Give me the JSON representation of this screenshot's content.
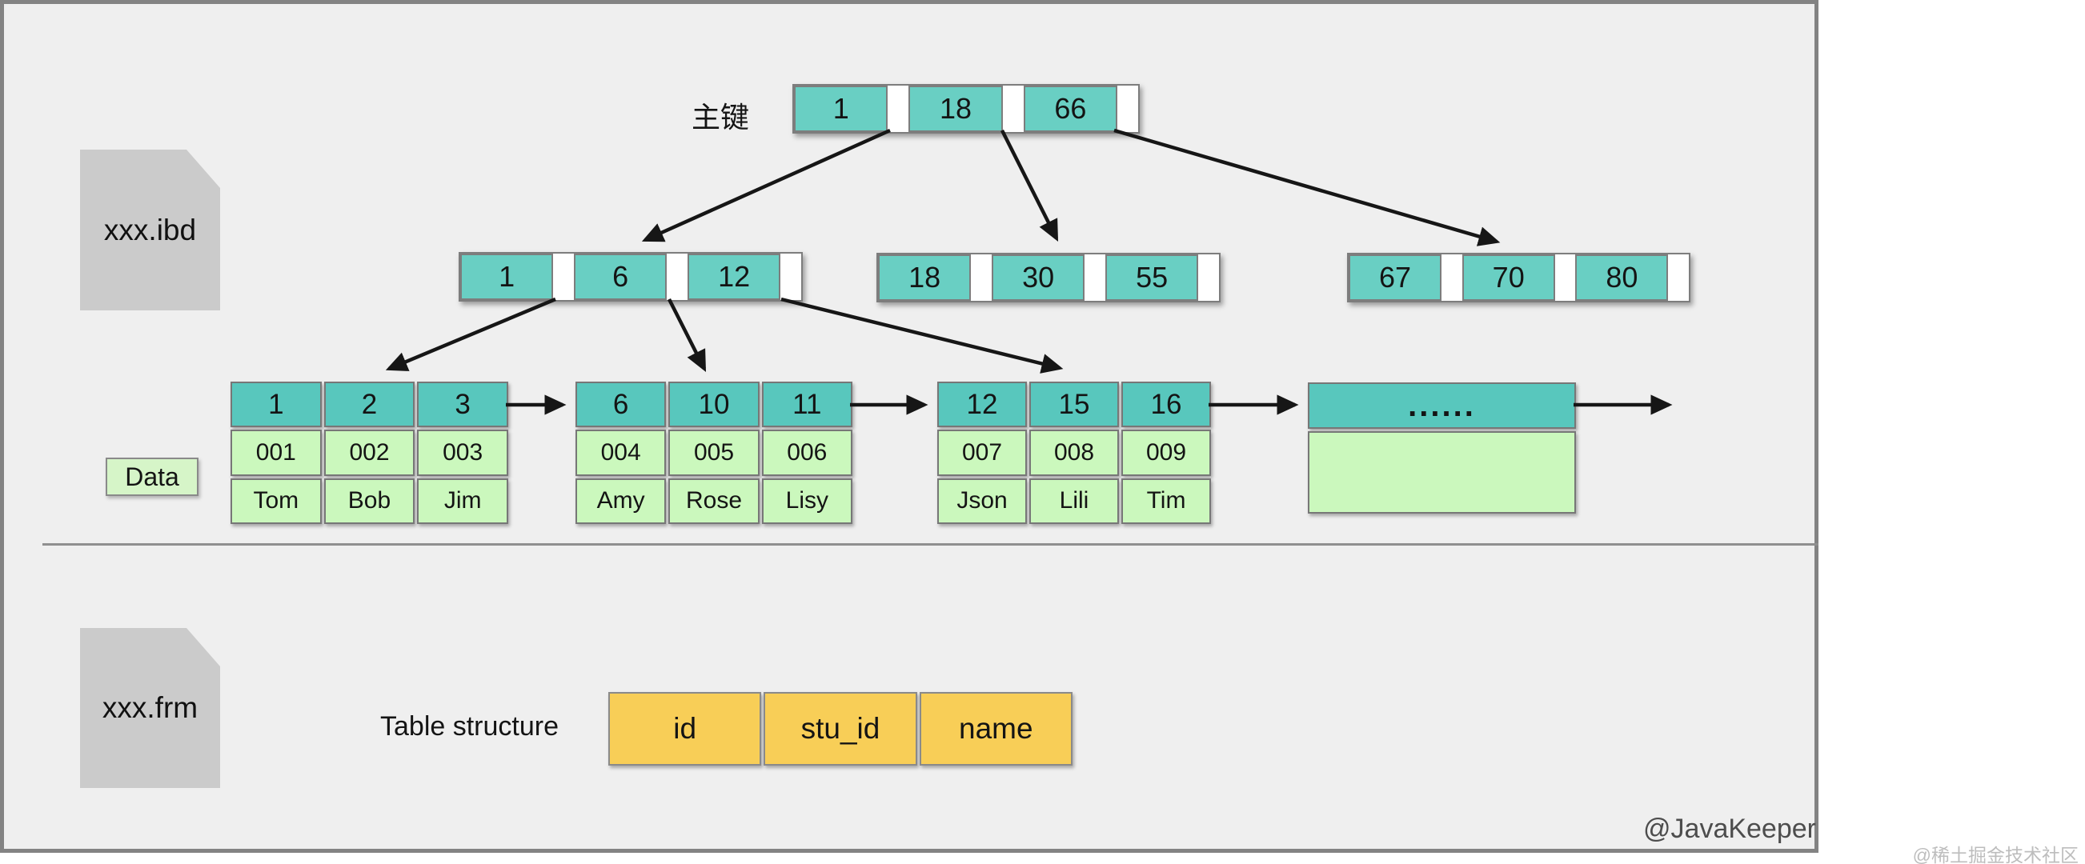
{
  "canvas": {
    "pk_label": "主键",
    "ibd_file": "xxx.ibd",
    "frm_file": "xxx.frm",
    "data_label": "Data",
    "table_structure_label": "Table structure",
    "author_watermark": "@JavaKeeper",
    "site_watermark": "@稀土掘金技术社区"
  },
  "tree": {
    "root": {
      "keys": [
        "1",
        "18",
        "66"
      ]
    },
    "internal_nodes": [
      {
        "keys": [
          "1",
          "6",
          "12"
        ]
      },
      {
        "keys": [
          "18",
          "30",
          "55"
        ]
      },
      {
        "keys": [
          "67",
          "70",
          "80"
        ]
      }
    ],
    "leaf_pages": [
      {
        "keys": [
          "1",
          "2",
          "3"
        ],
        "stu_ids": [
          "001",
          "002",
          "003"
        ],
        "names": [
          "Tom",
          "Bob",
          "Jim"
        ]
      },
      {
        "keys": [
          "6",
          "10",
          "11"
        ],
        "stu_ids": [
          "004",
          "005",
          "006"
        ],
        "names": [
          "Amy",
          "Rose",
          "Lisy"
        ]
      },
      {
        "keys": [
          "12",
          "15",
          "16"
        ],
        "stu_ids": [
          "007",
          "008",
          "009"
        ],
        "names": [
          "Json",
          "Lili",
          "Tim"
        ]
      },
      {
        "ellipsis": "......"
      }
    ]
  },
  "table_structure": {
    "columns": [
      "id",
      "stu_id",
      "name"
    ]
  },
  "colors": {
    "node_teal": "#69cfc3",
    "leaf_header_teal": "#58c7bd",
    "leaf_green": "#cbf8bd",
    "data_tag_green": "#d6f5c8",
    "table_yellow": "#f8ce57",
    "file_gray": "#cbcbcb",
    "canvas_bg": "#efefef",
    "frame_border": "#838383",
    "cell_border": "#7d7d7d",
    "arrow": "#161616"
  }
}
